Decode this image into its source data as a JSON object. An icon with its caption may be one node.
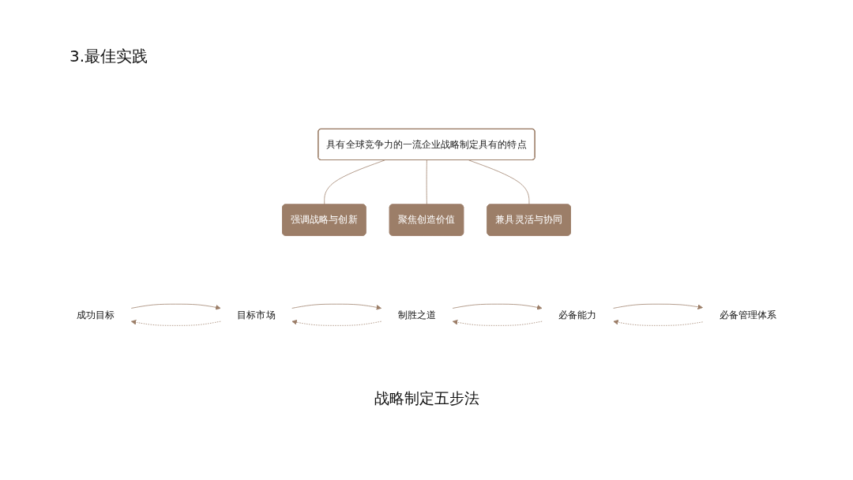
{
  "diagram": {
    "title": "3.最佳实践",
    "nodes": [
      {
        "text": [
          "具有全球竞争力的一流企业战略制定具有的特点"
        ]
      },
      {
        "text": [
          "强调战略与创新"
        ]
      },
      {
        "text": [
          "聚焦创造价值"
        ]
      },
      {
        "text": [
          "兼具灵活与协同"
        ]
      },
      {
        "text": [
          "成功目标"
        ]
      },
      {
        "text": [
          "目标市场"
        ]
      },
      {
        "text": [
          "制胜之道"
        ]
      },
      {
        "text": [
          "必备能力"
        ]
      },
      {
        "text": [
          "必备管理体系"
        ]
      }
    ],
    "edges": [
      {
        "from": 0,
        "to": 1,
        "arrow": "none"
      },
      {
        "from": 0,
        "to": 2,
        "arrow": "none"
      },
      {
        "from": 0,
        "to": 3,
        "arrow": "none"
      },
      {
        "from": 4,
        "to": 5,
        "arrow": "to"
      },
      {
        "from": 5,
        "to": 6,
        "arrow": "to"
      },
      {
        "from": 6,
        "to": 7,
        "arrow": "to"
      },
      {
        "from": 7,
        "to": 8,
        "arrow": "to"
      },
      {
        "from": 5,
        "to": 4,
        "arrow": "to",
        "style": "dashed"
      },
      {
        "from": 6,
        "to": 5,
        "arrow": "to",
        "style": "dashed"
      },
      {
        "from": 7,
        "to": 6,
        "arrow": "to",
        "style": "dashed"
      },
      {
        "from": 8,
        "to": 7,
        "arrow": "to",
        "style": "dashed"
      }
    ],
    "caption": "战略制定五步法"
  }
}
